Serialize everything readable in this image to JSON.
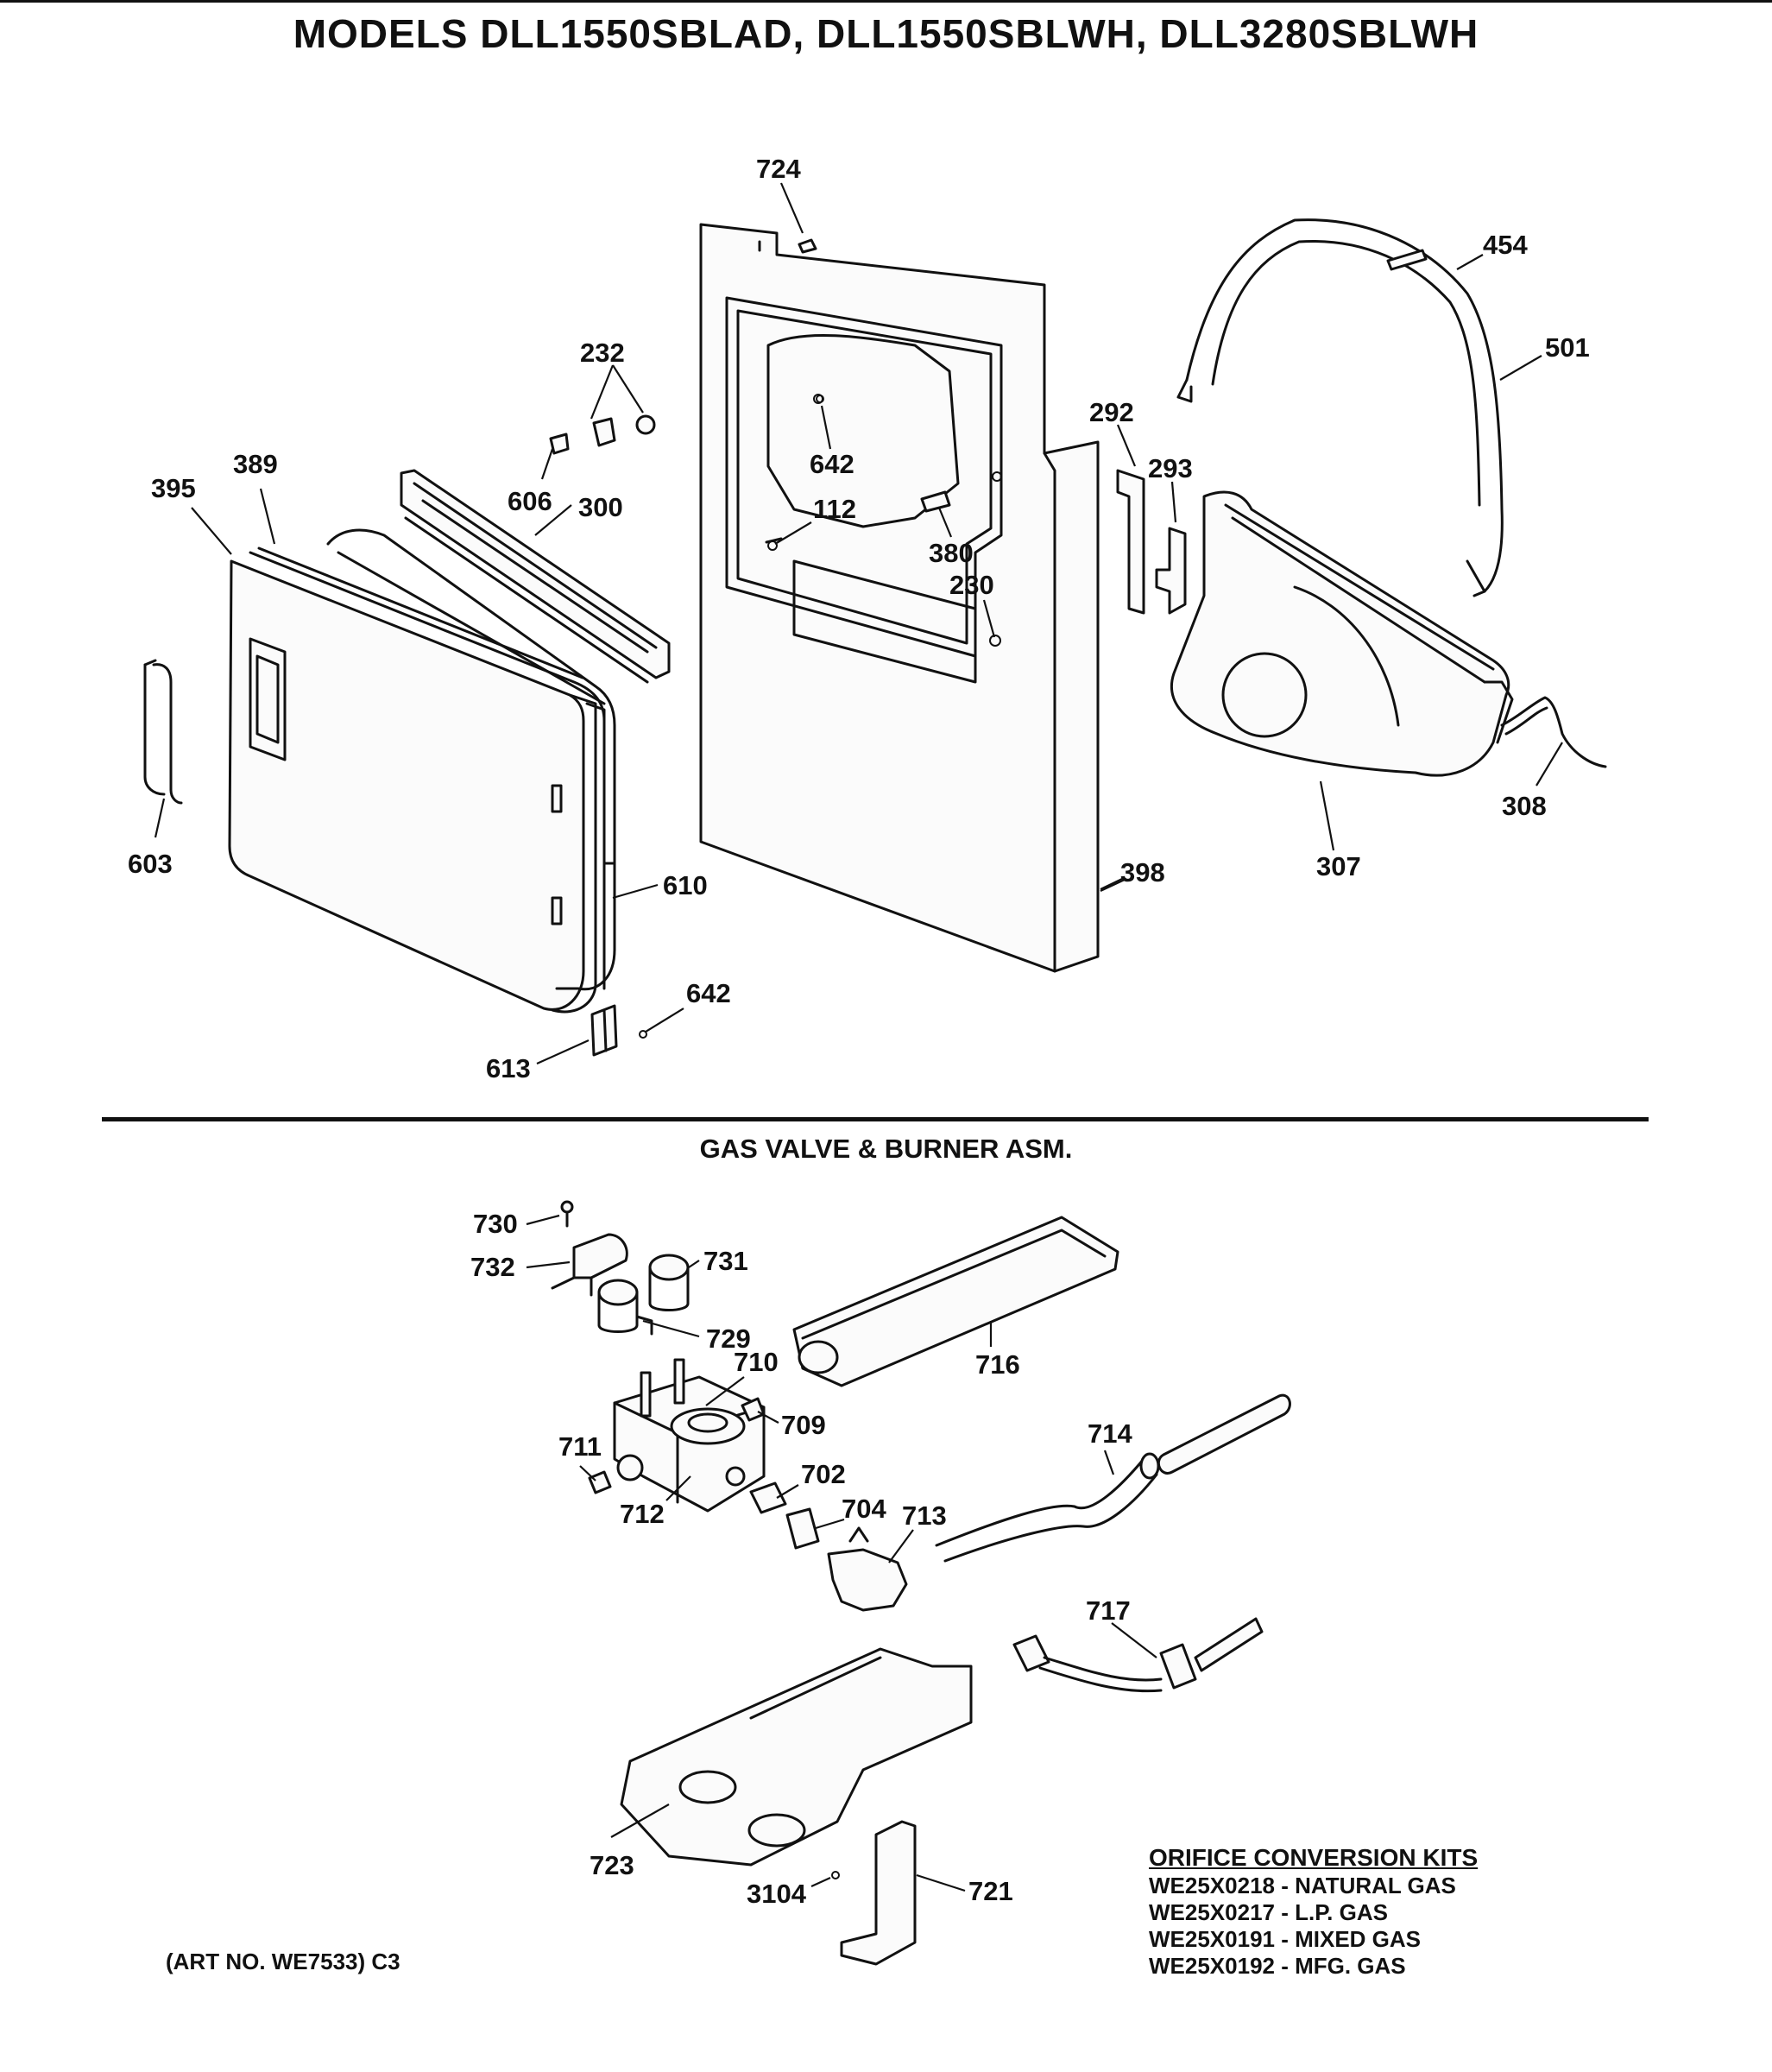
{
  "header": {
    "title": "MODELS DLL1550SBLAD, DLL1550SBLWH, DLL3280SBLWH"
  },
  "sections": {
    "gas_valve_title": "GAS VALVE & BURNER ASM."
  },
  "callouts": {
    "c724": "724",
    "c454": "454",
    "c501": "501",
    "c232": "232",
    "c292": "292",
    "c642a": "642",
    "c293": "293",
    "c389": "389",
    "c395": "395",
    "c606": "606",
    "c300": "300",
    "c112": "112",
    "c380": "380",
    "c230": "230",
    "c308": "308",
    "c603": "603",
    "c307": "307",
    "c398": "398",
    "c610": "610",
    "c642b": "642",
    "c613": "613",
    "c730": "730",
    "c731": "731",
    "c732": "732",
    "c729": "729",
    "c710": "710",
    "c716": "716",
    "c709": "709",
    "c711": "711",
    "c714": "714",
    "c702": "702",
    "c712": "712",
    "c704": "704",
    "c713": "713",
    "c717": "717",
    "c723": "723",
    "c3104": "3104",
    "c721": "721"
  },
  "footer": {
    "art_number": "(ART NO. WE7533) C3"
  },
  "orifice_kits": {
    "title": "ORIFICE CONVERSION KITS",
    "items": [
      "WE25X0218 - NATURAL GAS",
      "WE25X0217 - L.P. GAS",
      "WE25X0191 - MIXED GAS",
      "WE25X0192 - MFG. GAS"
    ]
  }
}
